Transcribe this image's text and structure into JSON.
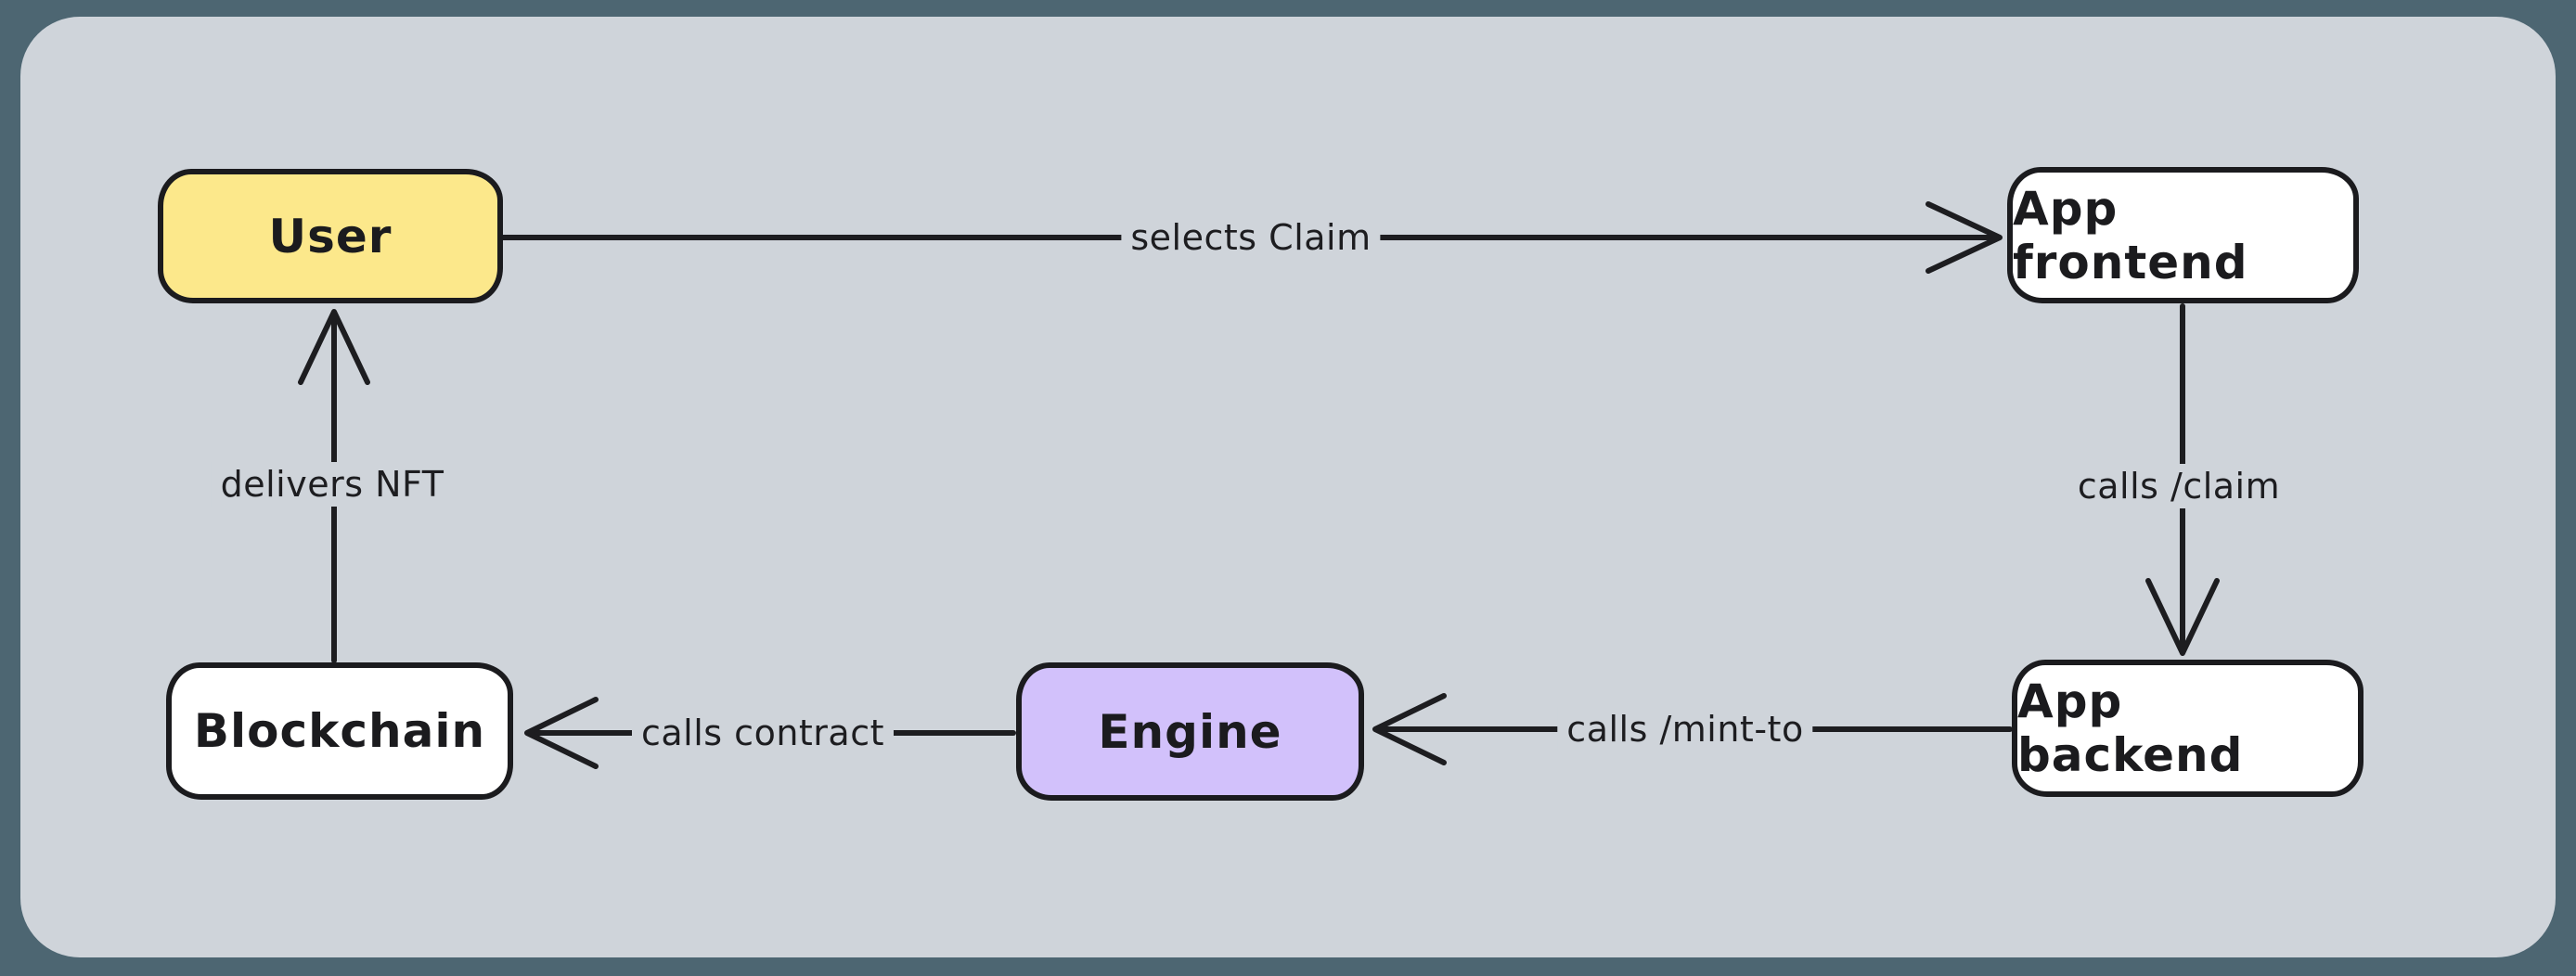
{
  "canvas": {
    "background_color": "#cfd4da",
    "frame_color": "#4d6672",
    "stroke_color": "#1b1b1e"
  },
  "diagram": {
    "nodes": [
      {
        "id": "user",
        "label": "User",
        "fill": "#fce88b"
      },
      {
        "id": "app-frontend",
        "label": "App frontend",
        "fill": "#ffffff"
      },
      {
        "id": "app-backend",
        "label": "App backend",
        "fill": "#ffffff"
      },
      {
        "id": "engine",
        "label": "Engine",
        "fill": "#d2c1fb"
      },
      {
        "id": "blockchain",
        "label": "Blockchain",
        "fill": "#ffffff"
      }
    ],
    "edges": [
      {
        "from": "User",
        "to": "App frontend",
        "label": "selects Claim"
      },
      {
        "from": "App frontend",
        "to": "App backend",
        "label": "calls /claim"
      },
      {
        "from": "App backend",
        "to": "Engine",
        "label": "calls /mint-to"
      },
      {
        "from": "Engine",
        "to": "Blockchain",
        "label": "calls contract"
      },
      {
        "from": "Blockchain",
        "to": "User",
        "label": "delivers NFT"
      }
    ]
  }
}
